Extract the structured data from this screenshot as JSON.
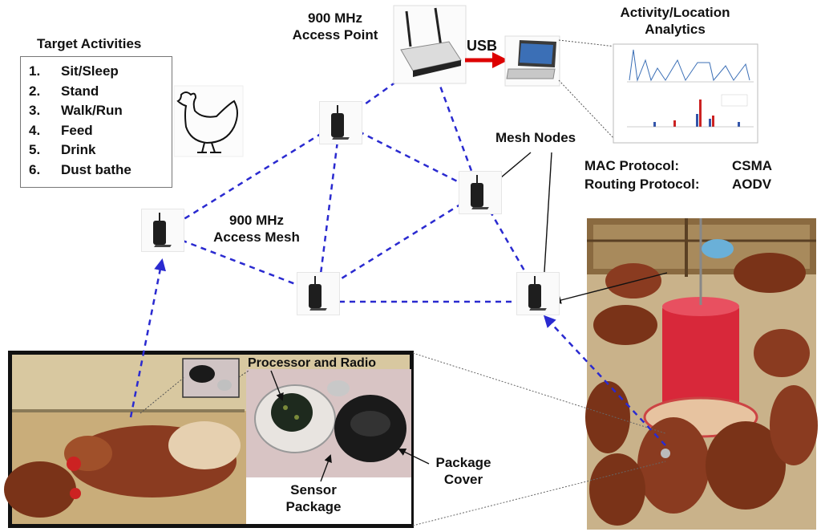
{
  "target_activities": {
    "title": "Target Activities",
    "items": [
      {
        "num": "1.",
        "label": "Sit/Sleep"
      },
      {
        "num": "2.",
        "label": "Stand"
      },
      {
        "num": "3.",
        "label": "Walk/Run"
      },
      {
        "num": "4.",
        "label": "Feed"
      },
      {
        "num": "5.",
        "label": "Drink"
      },
      {
        "num": "6.",
        "label": "Dust bathe"
      }
    ]
  },
  "access_point": {
    "line1": "900 MHz",
    "line2": "Access Point"
  },
  "usb_label": "USB",
  "analytics": {
    "line1": "Activity/Location",
    "line2": "Analytics"
  },
  "mesh_nodes_label": "Mesh Nodes",
  "protocols": {
    "mac_label": "MAC Protocol:",
    "mac_value": "CSMA",
    "routing_label": "Routing Protocol:",
    "routing_value": "AODV"
  },
  "access_mesh": {
    "line1": "900 MHz",
    "line2": "Access Mesh"
  },
  "inset": {
    "processor_label": "Processor and Radio",
    "sensor_line1": "Sensor",
    "sensor_line2": "Package",
    "cover_line1": "Package",
    "cover_line2": "Cover"
  },
  "colors": {
    "mesh_link": "#2a2ad0",
    "usb_arrow": "#dd0000",
    "feeder": "#d8283a"
  }
}
